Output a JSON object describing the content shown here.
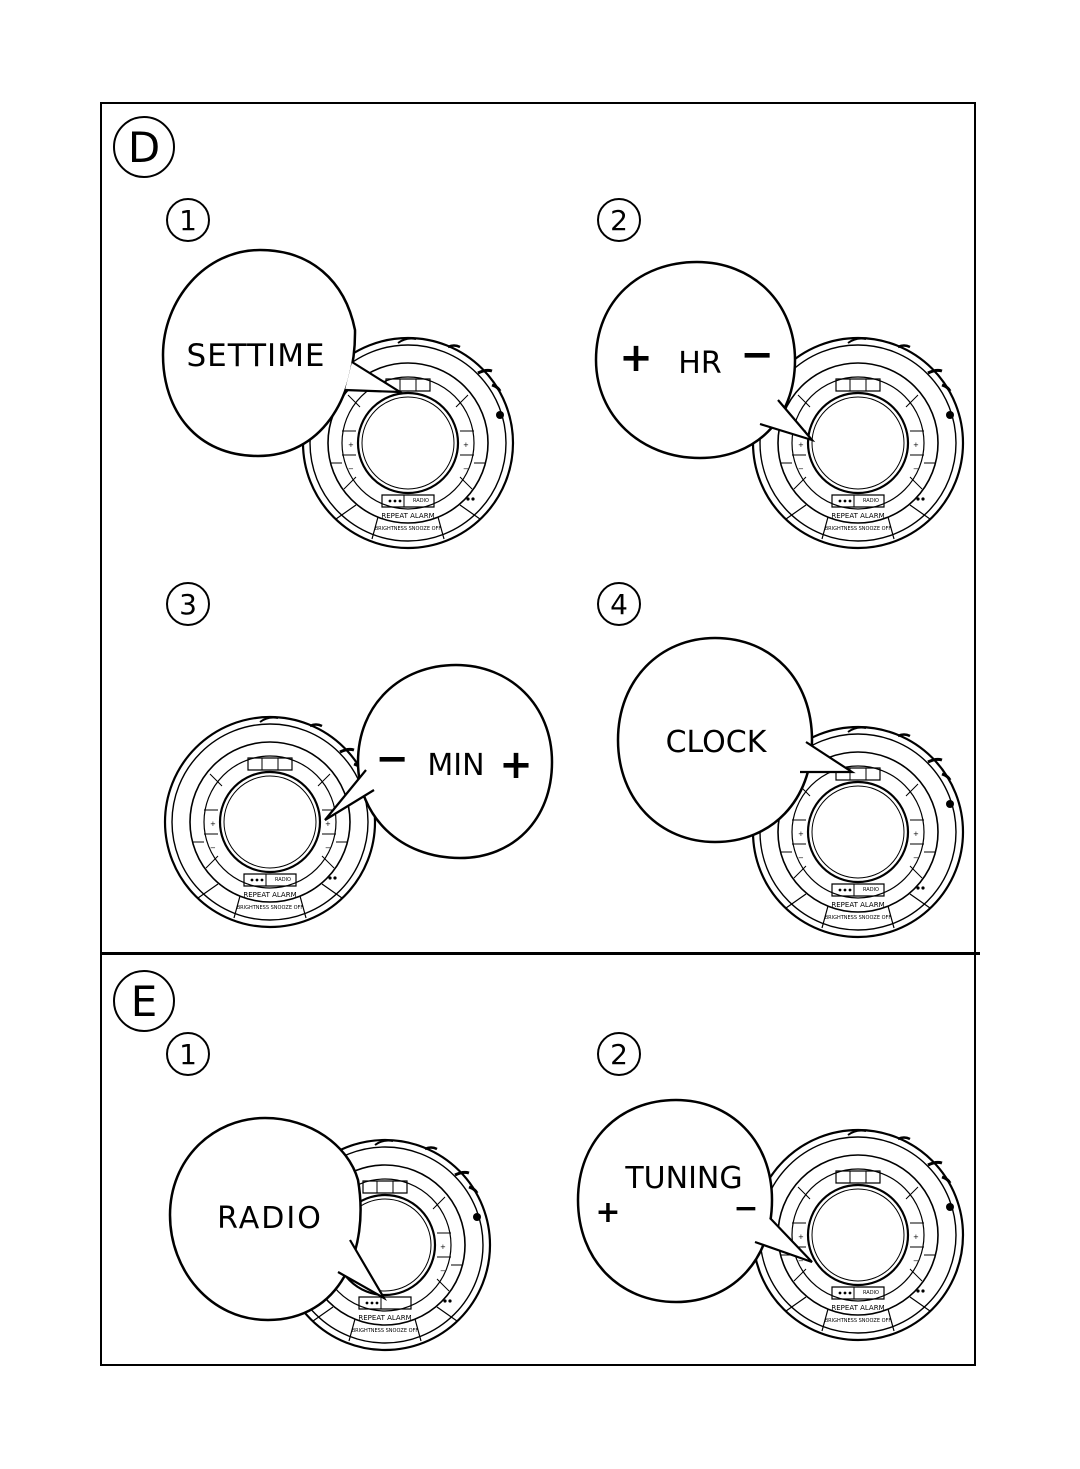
{
  "sections": [
    {
      "letter": "D",
      "steps": [
        {
          "number": "1",
          "bubble_text": "SETTIME"
        },
        {
          "number": "2",
          "bubble_text": "HR",
          "plus": "+",
          "minus": "−"
        },
        {
          "number": "3",
          "bubble_text": "MIN",
          "plus": "+",
          "minus": "−"
        },
        {
          "number": "4",
          "bubble_text": "CLOCK"
        }
      ]
    },
    {
      "letter": "E",
      "steps": [
        {
          "number": "1",
          "bubble_text": "RADIO"
        },
        {
          "number": "2",
          "bubble_text": "TUNING",
          "plus": "+",
          "minus": "−"
        }
      ]
    }
  ],
  "device_labels": {
    "bottom_arc": "REPEAT ALARM",
    "bottom_small": "BRIGHTNESS SNOOZE OFF",
    "radio_key": "RADIO"
  },
  "colors": {
    "line": "#000000",
    "background": "#ffffff"
  }
}
